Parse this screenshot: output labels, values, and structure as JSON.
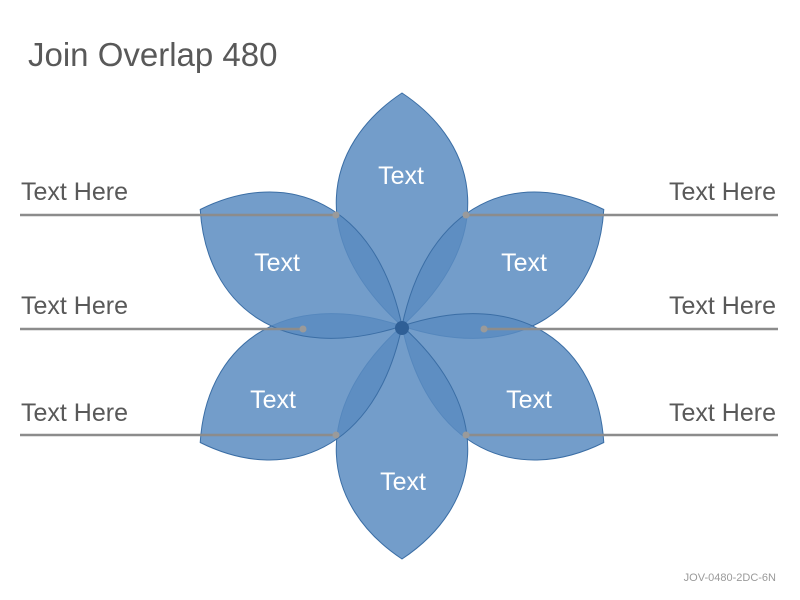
{
  "title": "Join Overlap 480",
  "footer_code": "JOV-0480-2DC-6N",
  "colors": {
    "petal_fill": "#5b8cc1",
    "petal_stroke": "#3b6ea5",
    "line": "#8c8c8c",
    "text": "#595959"
  },
  "petals": [
    {
      "label": "Text"
    },
    {
      "label": "Text"
    },
    {
      "label": "Text"
    },
    {
      "label": "Text"
    },
    {
      "label": "Text"
    },
    {
      "label": "Text"
    }
  ],
  "callouts": {
    "left": [
      "Text Here",
      "Text Here",
      "Text Here"
    ],
    "right": [
      "Text Here",
      "Text Here",
      "Text Here"
    ]
  }
}
